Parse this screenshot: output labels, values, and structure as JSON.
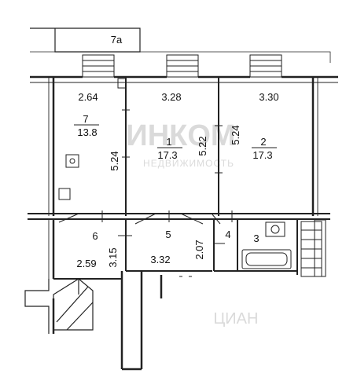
{
  "watermark": {
    "logo_text": "ИНКОМ",
    "logo_sub": "НЕДВИЖИМОСТЬ",
    "corner_text": "ЦИАН"
  },
  "rooms": [
    {
      "id": "7a",
      "number": "7a"
    },
    {
      "id": "7",
      "number": "7",
      "area": "13.8",
      "width": "2.64",
      "length": "5.24"
    },
    {
      "id": "1",
      "number": "1",
      "area": "17.3",
      "width": "3.28",
      "length": "5.22"
    },
    {
      "id": "2",
      "number": "2",
      "area": "17.3",
      "width": "3.30",
      "length": "5.24"
    },
    {
      "id": "6",
      "number": "6",
      "width": "2.59",
      "length": "3.15"
    },
    {
      "id": "5",
      "number": "5",
      "width": "3.32",
      "length": "2.07"
    },
    {
      "id": "4",
      "number": "4"
    },
    {
      "id": "3",
      "number": "3"
    }
  ]
}
